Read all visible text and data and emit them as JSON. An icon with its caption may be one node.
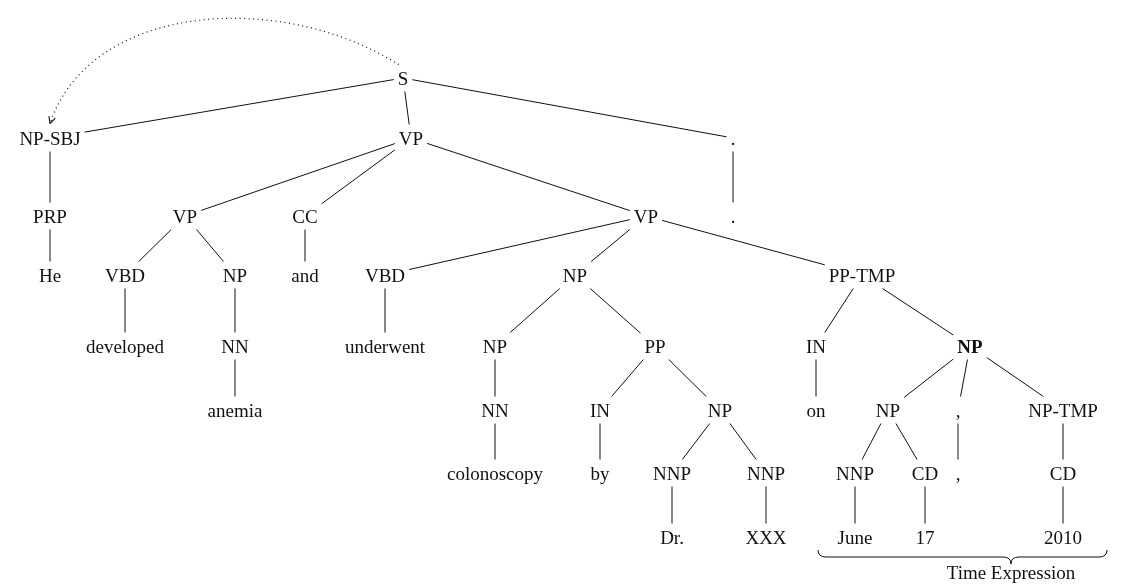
{
  "diagram": {
    "nodes": [
      {
        "text": [
          "S"
        ]
      },
      {
        "text": [
          "NP-SBJ"
        ]
      },
      {
        "text": [
          "VP"
        ]
      },
      {
        "text": [
          "."
        ]
      },
      {
        "text": [
          "PRP"
        ]
      },
      {
        "text": [
          "VP"
        ]
      },
      {
        "text": [
          "CC"
        ]
      },
      {
        "text": [
          "VP"
        ]
      },
      {
        "text": [
          "."
        ]
      },
      {
        "text": [
          "He"
        ]
      },
      {
        "text": [
          "VBD"
        ]
      },
      {
        "text": [
          "NP"
        ]
      },
      {
        "text": [
          "and"
        ]
      },
      {
        "text": [
          "VBD"
        ]
      },
      {
        "text": [
          "NP"
        ]
      },
      {
        "text": [
          "PP-TMP"
        ]
      },
      {
        "text": [
          "developed"
        ]
      },
      {
        "text": [
          "NN"
        ]
      },
      {
        "text": [
          "underwent"
        ]
      },
      {
        "text": [
          "NP"
        ]
      },
      {
        "text": [
          "PP"
        ]
      },
      {
        "text": [
          "IN"
        ]
      },
      {
        "text": [
          "**NP**"
        ]
      },
      {
        "text": [
          "anemia"
        ]
      },
      {
        "text": [
          "NN"
        ]
      },
      {
        "text": [
          "IN"
        ]
      },
      {
        "text": [
          "NP"
        ]
      },
      {
        "text": [
          "on"
        ]
      },
      {
        "text": [
          "NP"
        ]
      },
      {
        "text": [
          ","
        ]
      },
      {
        "text": [
          "NP-TMP"
        ]
      },
      {
        "text": [
          "colonoscopy"
        ]
      },
      {
        "text": [
          "by"
        ]
      },
      {
        "text": [
          "NNP"
        ]
      },
      {
        "text": [
          "NNP"
        ]
      },
      {
        "text": [
          "NNP"
        ]
      },
      {
        "text": [
          "CD"
        ]
      },
      {
        "text": [
          ","
        ]
      },
      {
        "text": [
          "CD"
        ]
      },
      {
        "text": [
          "Dr."
        ]
      },
      {
        "text": [
          "XXX"
        ]
      },
      {
        "text": [
          "June"
        ]
      },
      {
        "text": [
          "17"
        ]
      },
      {
        "text": [
          "2010"
        ]
      }
    ],
    "edges": [
      {
        "from": 0,
        "to": 1,
        "arrow": "none"
      },
      {
        "from": 0,
        "to": 2,
        "arrow": "none"
      },
      {
        "from": 0,
        "to": 3,
        "arrow": "none"
      },
      {
        "from": 1,
        "to": 4,
        "arrow": "none"
      },
      {
        "from": 2,
        "to": 5,
        "arrow": "none"
      },
      {
        "from": 2,
        "to": 6,
        "arrow": "none"
      },
      {
        "from": 2,
        "to": 7,
        "arrow": "none"
      },
      {
        "from": 3,
        "to": 8,
        "arrow": "none"
      },
      {
        "from": 4,
        "to": 9,
        "arrow": "none"
      },
      {
        "from": 5,
        "to": 10,
        "arrow": "none"
      },
      {
        "from": 5,
        "to": 11,
        "arrow": "none"
      },
      {
        "from": 6,
        "to": 12,
        "arrow": "none"
      },
      {
        "from": 7,
        "to": 13,
        "arrow": "none"
      },
      {
        "from": 7,
        "to": 14,
        "arrow": "none"
      },
      {
        "from": 7,
        "to": 15,
        "arrow": "none"
      },
      {
        "from": 10,
        "to": 16,
        "arrow": "none"
      },
      {
        "from": 11,
        "to": 17,
        "arrow": "none"
      },
      {
        "from": 13,
        "to": 18,
        "arrow": "none"
      },
      {
        "from": 14,
        "to": 19,
        "arrow": "none"
      },
      {
        "from": 14,
        "to": 20,
        "arrow": "none"
      },
      {
        "from": 15,
        "to": 21,
        "arrow": "none"
      },
      {
        "from": 15,
        "to": 22,
        "arrow": "none"
      },
      {
        "from": 17,
        "to": 23,
        "arrow": "none"
      },
      {
        "from": 19,
        "to": 24,
        "arrow": "none"
      },
      {
        "from": 20,
        "to": 25,
        "arrow": "none"
      },
      {
        "from": 20,
        "to": 26,
        "arrow": "none"
      },
      {
        "from": 21,
        "to": 27,
        "arrow": "none"
      },
      {
        "from": 22,
        "to": 28,
        "arrow": "none"
      },
      {
        "from": 22,
        "to": 29,
        "arrow": "none"
      },
      {
        "from": 22,
        "to": 30,
        "arrow": "none"
      },
      {
        "from": 24,
        "to": 31,
        "arrow": "none"
      },
      {
        "from": 25,
        "to": 32,
        "arrow": "none"
      },
      {
        "from": 26,
        "to": 33,
        "arrow": "none"
      },
      {
        "from": 26,
        "to": 34,
        "arrow": "none"
      },
      {
        "from": 28,
        "to": 35,
        "arrow": "none"
      },
      {
        "from": 28,
        "to": 36,
        "arrow": "none"
      },
      {
        "from": 29,
        "to": 37,
        "arrow": "none"
      },
      {
        "from": 30,
        "to": 38,
        "arrow": "none"
      },
      {
        "from": 33,
        "to": 39,
        "arrow": "none"
      },
      {
        "from": 34,
        "to": 40,
        "arrow": "none"
      },
      {
        "from": 35,
        "to": 41,
        "arrow": "none"
      },
      {
        "from": 36,
        "to": 42,
        "arrow": "none"
      },
      {
        "from": 38,
        "to": 43,
        "arrow": "none"
      },
      {
        "from": 0,
        "to": 1,
        "arrow": "to",
        "style": "dashed"
      }
    ],
    "labels": [
      "Time Expression"
    ]
  }
}
